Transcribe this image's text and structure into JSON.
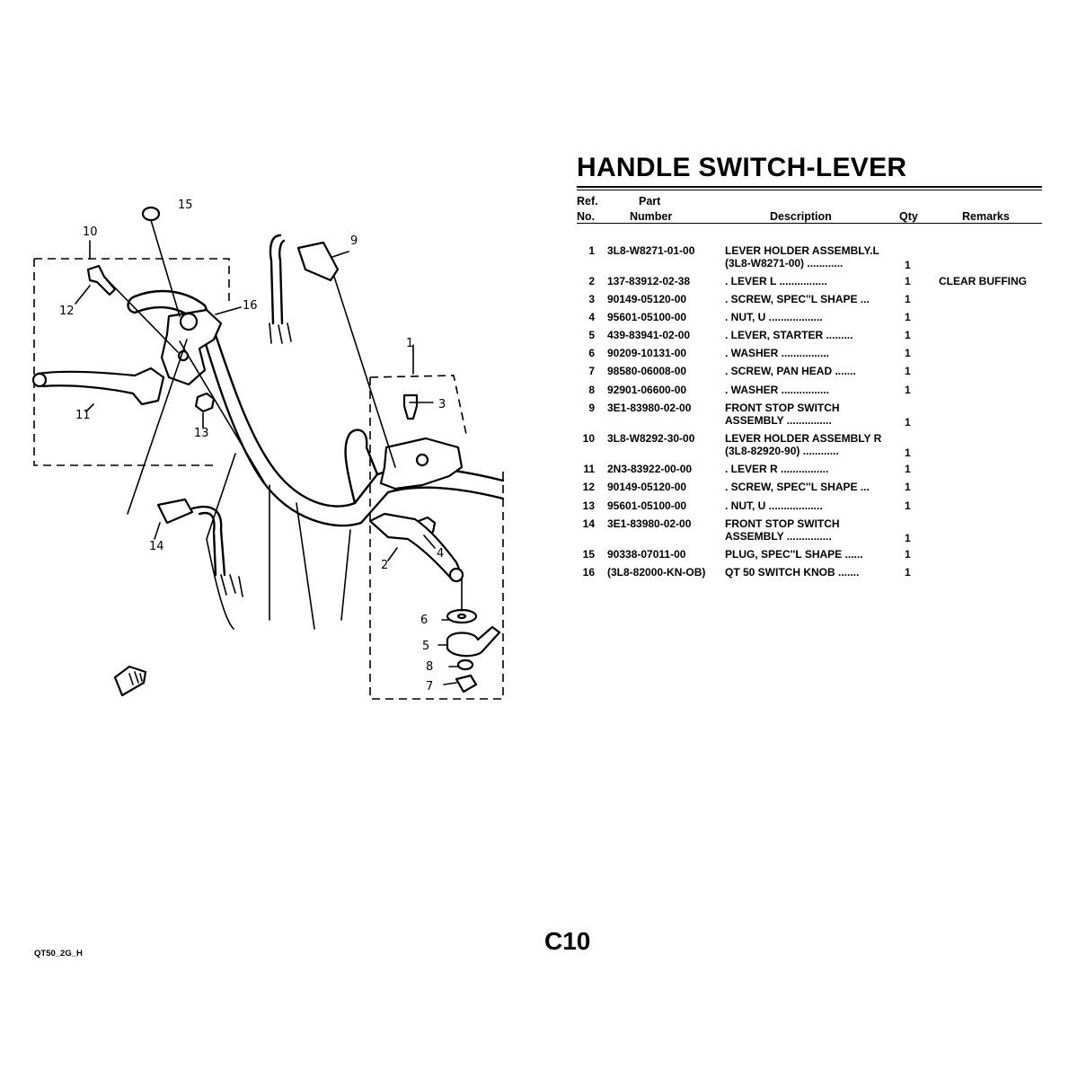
{
  "page": {
    "title": "HANDLE SWITCH-LEVER",
    "page_number": "C10",
    "doc_code": "QT50_2G_H"
  },
  "table": {
    "headers": {
      "ref": [
        "Ref.",
        "No."
      ],
      "part": [
        "Part",
        "Number"
      ],
      "description": "Description",
      "qty": "Qty",
      "remarks": "Remarks"
    },
    "rows": [
      {
        "ref": "1",
        "part": "3L8-W8271-01-00",
        "desc": [
          "LEVER HOLDER ASSEMBLY.L",
          "(3L8-W8271-00)  ............"
        ],
        "qty": "1",
        "remarks": ""
      },
      {
        "ref": "2",
        "part": "137-83912-02-38",
        "desc": [
          ". LEVER L  ................"
        ],
        "qty": "1",
        "remarks": "CLEAR BUFFING"
      },
      {
        "ref": "3",
        "part": "90149-05120-00",
        "desc": [
          ". SCREW, SPEC''L SHAPE  ..."
        ],
        "qty": "1",
        "remarks": ""
      },
      {
        "ref": "4",
        "part": "95601-05100-00",
        "desc": [
          ". NUT, U  .................."
        ],
        "qty": "1",
        "remarks": ""
      },
      {
        "ref": "5",
        "part": "439-83941-02-00",
        "desc": [
          ". LEVER, STARTER  ........."
        ],
        "qty": "1",
        "remarks": ""
      },
      {
        "ref": "6",
        "part": "90209-10131-00",
        "desc": [
          ". WASHER  ................"
        ],
        "qty": "1",
        "remarks": ""
      },
      {
        "ref": "7",
        "part": "98580-06008-00",
        "desc": [
          ". SCREW, PAN HEAD  ......."
        ],
        "qty": "1",
        "remarks": ""
      },
      {
        "ref": "8",
        "part": "92901-06600-00",
        "desc": [
          ". WASHER  ................"
        ],
        "qty": "1",
        "remarks": ""
      },
      {
        "ref": "9",
        "part": "3E1-83980-02-00",
        "desc": [
          "FRONT STOP SWITCH",
          "ASSEMBLY  ..............."
        ],
        "qty": "1",
        "remarks": ""
      },
      {
        "ref": "10",
        "part": "3L8-W8292-30-00",
        "desc": [
          "LEVER HOLDER ASSEMBLY R",
          "(3L8-82920-90)  ............"
        ],
        "qty": "1",
        "remarks": ""
      },
      {
        "ref": "11",
        "part": "2N3-83922-00-00",
        "desc": [
          ". LEVER R  ................"
        ],
        "qty": "1",
        "remarks": ""
      },
      {
        "ref": "12",
        "part": "90149-05120-00",
        "desc": [
          ". SCREW, SPEC''L SHAPE  ..."
        ],
        "qty": "1",
        "remarks": ""
      },
      {
        "ref": "13",
        "part": "95601-05100-00",
        "desc": [
          ". NUT, U  .................."
        ],
        "qty": "1",
        "remarks": ""
      },
      {
        "ref": "14",
        "part": "3E1-83980-02-00",
        "desc": [
          "FRONT STOP SWITCH",
          "ASSEMBLY  ..............."
        ],
        "qty": "1",
        "remarks": ""
      },
      {
        "ref": "15",
        "part": "90338-07011-00",
        "desc": [
          "PLUG, SPEC''L SHAPE  ......"
        ],
        "qty": "1",
        "remarks": ""
      },
      {
        "ref": "16",
        "part": "(3L8-82000-KN-OB)",
        "desc": [
          "QT 50 SWITCH KNOB  ......."
        ],
        "qty": "1",
        "remarks": ""
      }
    ]
  },
  "diagram": {
    "callouts": [
      "1",
      "2",
      "3",
      "4",
      "5",
      "6",
      "7",
      "8",
      "9",
      "10",
      "11",
      "12",
      "13",
      "14",
      "15",
      "16"
    ]
  }
}
